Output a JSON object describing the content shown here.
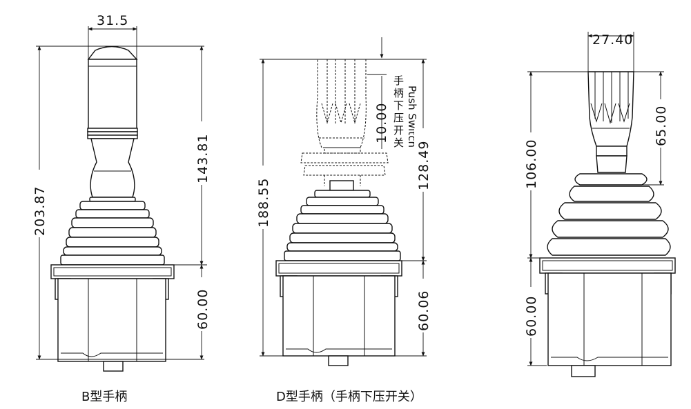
{
  "views": [
    {
      "caption": "B型手柄",
      "dims": {
        "top_width": "31.5",
        "total_height": "203.87",
        "upper_height": "143.81",
        "base_height": "60.00"
      }
    },
    {
      "caption": "D型手柄（手柄下压开关）",
      "dims": {
        "total_height": "188.55",
        "switch_travel": "10.00",
        "upper_height": "128.49",
        "base_height": "60.06"
      },
      "note_cn": [
        "手",
        "柄",
        "下",
        "压",
        "开",
        "关"
      ],
      "note_en": "Push Switch"
    },
    {
      "caption": "",
      "dims": {
        "top_width": "27.40",
        "upper_height": "106.00",
        "grip_height": "65.00",
        "base_height": "60.00"
      }
    }
  ]
}
